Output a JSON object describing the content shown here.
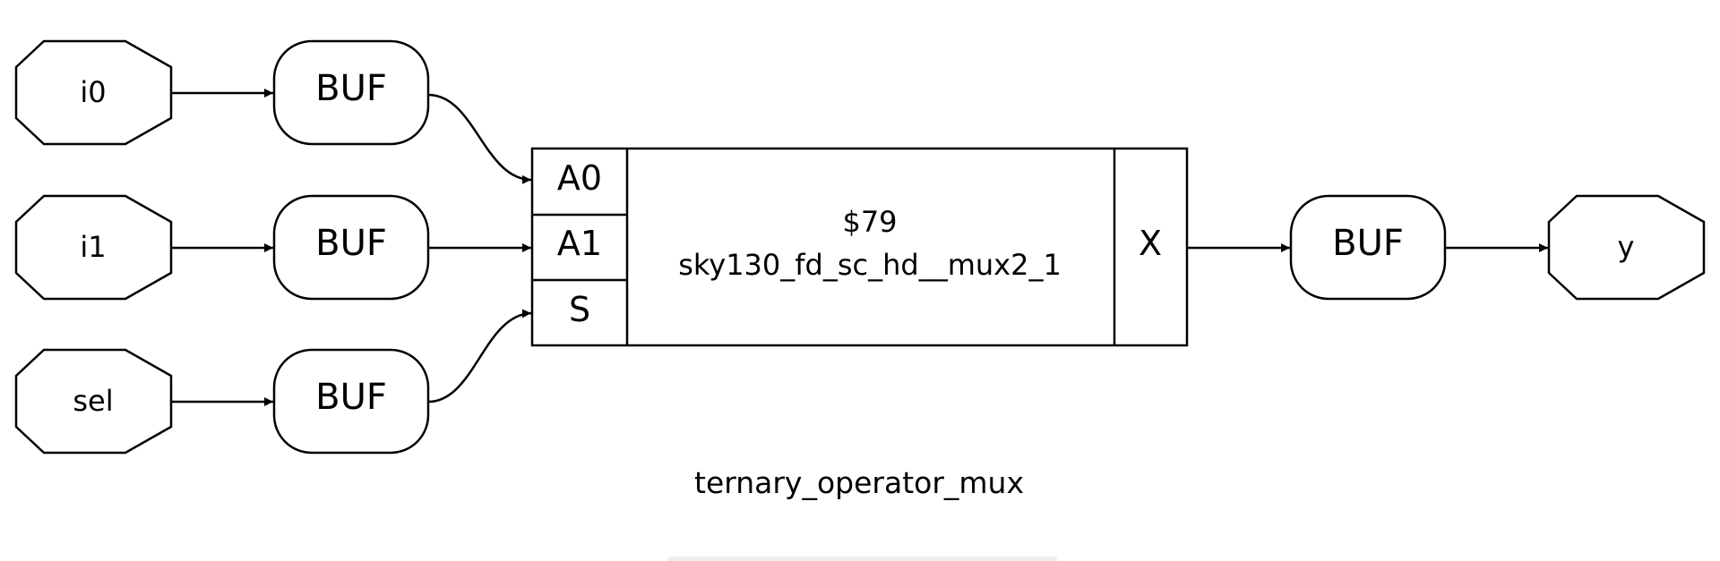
{
  "ports": {
    "i0": "i0",
    "i1": "i1",
    "sel": "sel",
    "y": "y"
  },
  "buffers": {
    "buf_i0": "BUF",
    "buf_i1": "BUF",
    "buf_sel": "BUF",
    "buf_y": "BUF"
  },
  "cell": {
    "instance": "$79",
    "type": "sky130_fd_sc_hd__mux2_1",
    "inputs": [
      "A0",
      "A1",
      "S"
    ],
    "output": "X"
  },
  "caption": "ternary_operator_mux"
}
